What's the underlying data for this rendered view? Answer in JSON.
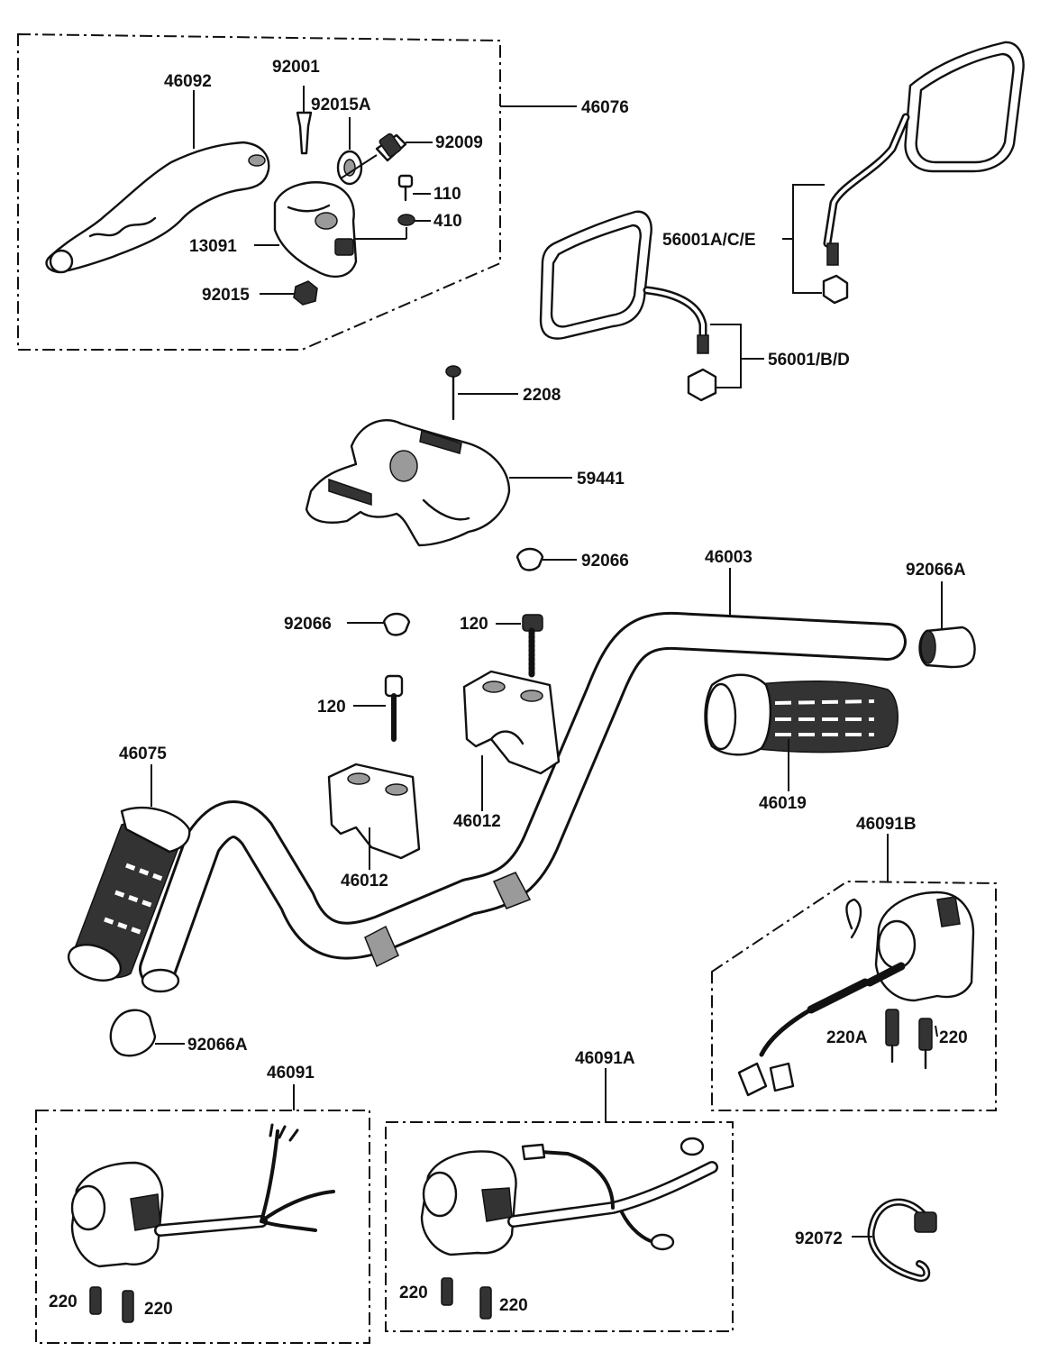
{
  "labels": {
    "p46092": "46092",
    "p92001": "92001",
    "p92015A": "92015A",
    "p46076": "46076",
    "p92009": "92009",
    "p110": "110",
    "p410": "410",
    "p13091": "13091",
    "p92015": "92015",
    "p56001ACE": "56001A/C/E",
    "p56001BD": "56001/B/D",
    "p2208": "2208",
    "p59441": "59441",
    "p92066_top": "92066",
    "p46003": "46003",
    "p92066A_right": "92066A",
    "p92066_left": "92066",
    "p120_top": "120",
    "p120_left": "120",
    "p46075": "46075",
    "p46012_right": "46012",
    "p46012_left": "46012",
    "p46019": "46019",
    "p46091B": "46091B",
    "p220A": "220A",
    "p220_right": "220",
    "p92066A_left": "92066A",
    "p46091": "46091",
    "p46091A": "46091A",
    "p220_a": "220",
    "p220_b": "220",
    "p220_c": "220",
    "p220_d": "220",
    "p92072": "92072"
  }
}
